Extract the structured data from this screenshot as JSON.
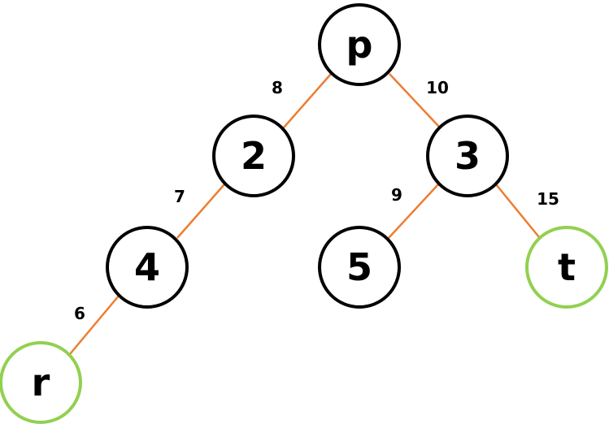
{
  "colors": {
    "edge": "#ED7D31",
    "node_border": "#000000",
    "endpoint_border": "#92D050",
    "text": "#000000"
  },
  "nodes": {
    "p": {
      "label": "p",
      "role": "default"
    },
    "n2": {
      "label": "2",
      "role": "default"
    },
    "n3": {
      "label": "3",
      "role": "default"
    },
    "n4": {
      "label": "4",
      "role": "default"
    },
    "n5": {
      "label": "5",
      "role": "default"
    },
    "t": {
      "label": "t",
      "role": "endpoint"
    },
    "r": {
      "label": "r",
      "role": "endpoint"
    }
  },
  "edges": {
    "p_2": {
      "from": "p",
      "to": "2",
      "weight": "8"
    },
    "p_3": {
      "from": "p",
      "to": "3",
      "weight": "10"
    },
    "2_4": {
      "from": "2",
      "to": "4",
      "weight": "7"
    },
    "3_5": {
      "from": "3",
      "to": "5",
      "weight": "9"
    },
    "3_t": {
      "from": "3",
      "to": "t",
      "weight": "15"
    },
    "4_r": {
      "from": "4",
      "to": "r",
      "weight": "6"
    }
  }
}
